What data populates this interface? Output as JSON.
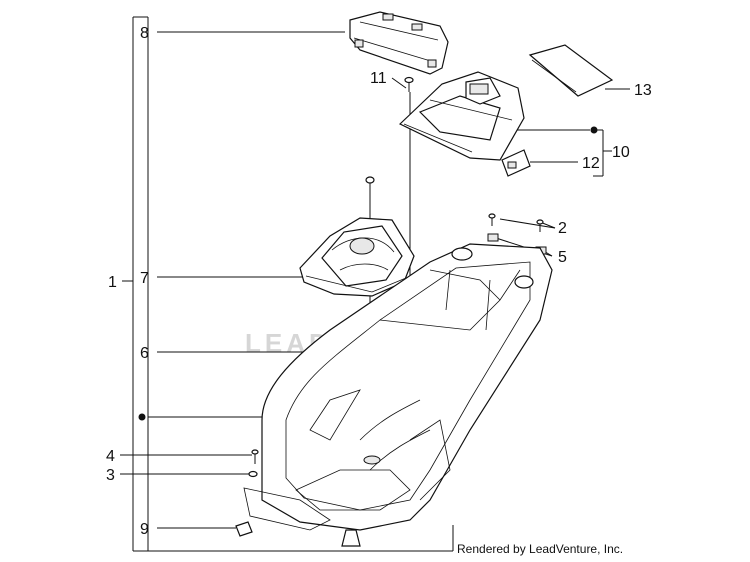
{
  "callouts": {
    "c1": "1",
    "c2": "2",
    "c3": "3",
    "c4": "4",
    "c5": "5",
    "c6": "6",
    "c7": "7",
    "c8": "8",
    "c9": "9",
    "c10": "10",
    "c11": "11",
    "c12": "12",
    "c13": "13"
  },
  "watermark": "LEADVENTURE",
  "credit": "Rendered by LeadVenture, Inc."
}
